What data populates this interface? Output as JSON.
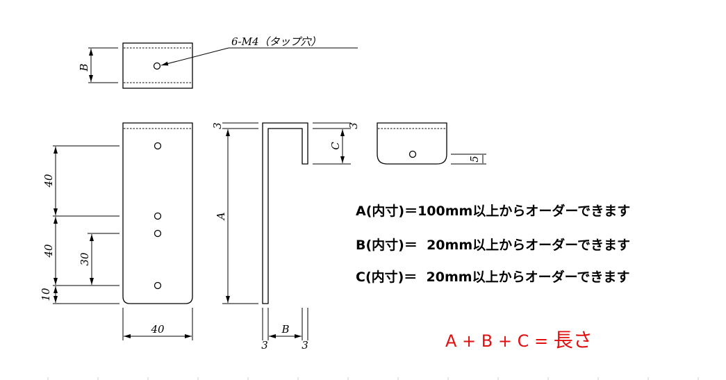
{
  "drawing": {
    "callout": "6-M4（タップ穴）",
    "dims": {
      "top_b": "B",
      "d40a": "40",
      "d40b": "40",
      "d30": "30",
      "d10": "10",
      "width40": "40",
      "a": "A",
      "t3_left": "3",
      "t3_right": "3",
      "c": "C",
      "b": "B",
      "b3_left": "3",
      "b3_right": "3",
      "d5": "5"
    }
  },
  "notes": [
    "A(内寸)＝100mm以上からオーダーできます",
    "B(内寸)＝  20mm以上からオーダーできます",
    "C(内寸)＝  20mm以上からオーダーできます"
  ],
  "formula": {
    "text": "A + B + C = ",
    "result": "長さ",
    "color": "#e01010"
  }
}
